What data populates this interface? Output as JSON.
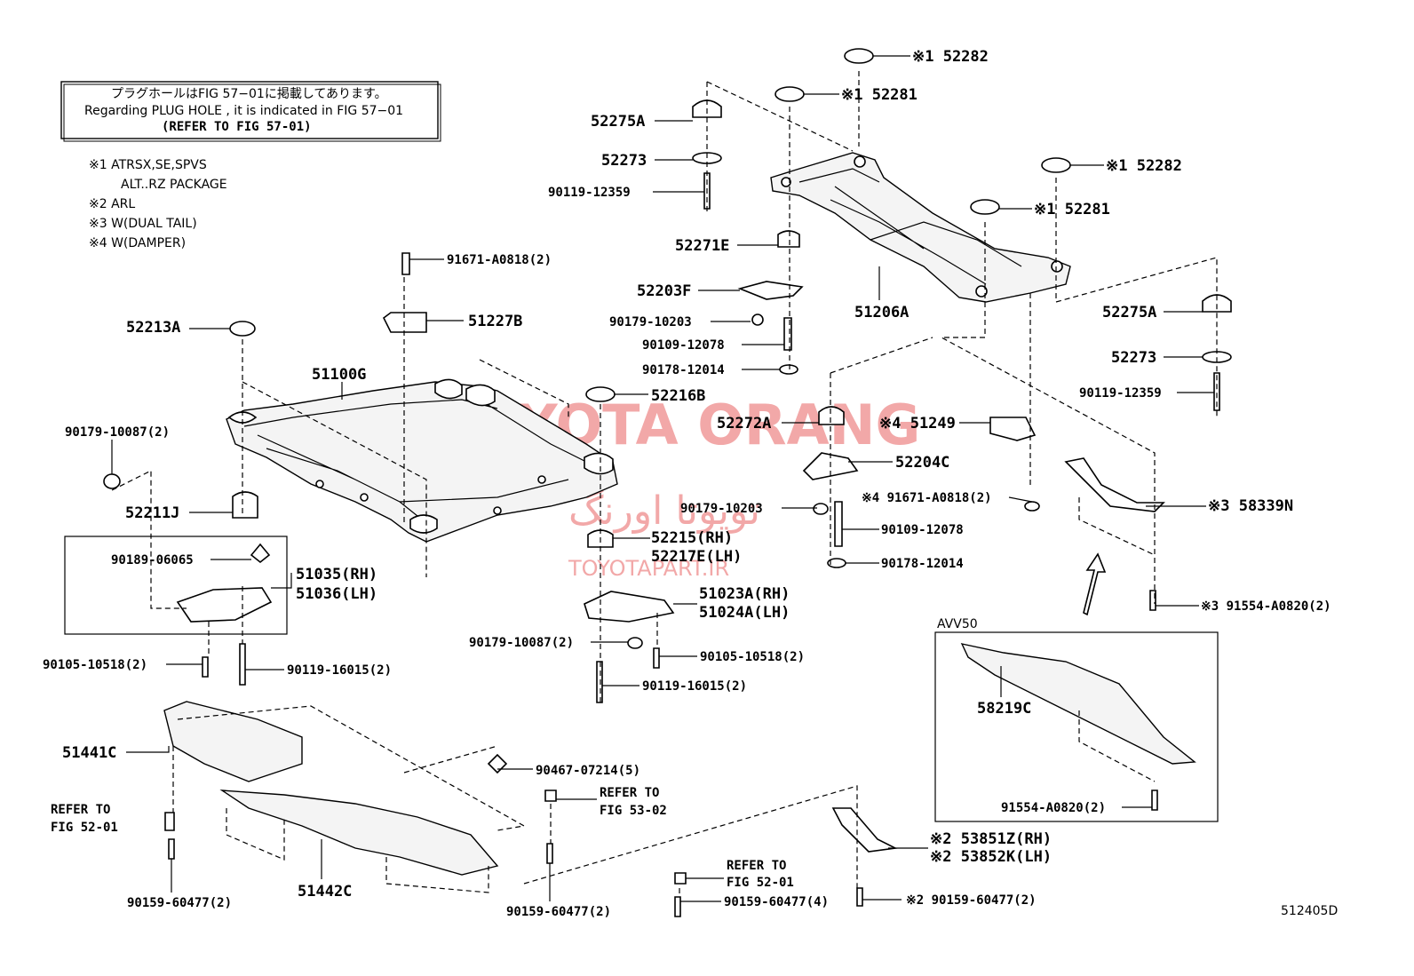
{
  "notice": {
    "line_jp": "プラグホールはFIG 57−01に掲載してあります。",
    "line_en": "Regarding PLUG HOLE , it is indicated in FIG 57−01",
    "line_ref": "(REFER TO FIG 57-01)"
  },
  "footnotes": [
    "※1 ATRSX,SE,SPVS",
    "ALT..RZ PACKAGE",
    "※2 ARL",
    "※3 W(DUAL TAIL)",
    "※4 W(DAMPER)"
  ],
  "watermark": {
    "brand": "TOYOTA ORANG",
    "persian": "تویوتا اورنگ",
    "site": "TOYOTAPART.IR"
  },
  "figure_code": "512405D",
  "avv_box_label": "AVV50",
  "parts": [
    {
      "id": "p52282a",
      "label": "※1 52282"
    },
    {
      "id": "p52281a",
      "label": "※1 52281"
    },
    {
      "id": "p52275a_l",
      "label": "52275A"
    },
    {
      "id": "p52273_l",
      "label": "52273"
    },
    {
      "id": "p90119_12359_l",
      "label": "90119-12359"
    },
    {
      "id": "p52282b",
      "label": "※1 52282"
    },
    {
      "id": "p52281b",
      "label": "※1 52281"
    },
    {
      "id": "p52271e",
      "label": "52271E"
    },
    {
      "id": "p52203f",
      "label": "52203F"
    },
    {
      "id": "p90179_10203a",
      "label": "90179-10203"
    },
    {
      "id": "p90109_12078a",
      "label": "90109-12078"
    },
    {
      "id": "p90178_12014a",
      "label": "90178-12014"
    },
    {
      "id": "p51206a",
      "label": "51206A"
    },
    {
      "id": "p52275a_r",
      "label": "52275A"
    },
    {
      "id": "p52273_r",
      "label": "52273"
    },
    {
      "id": "p90119_12359_r",
      "label": "90119-12359"
    },
    {
      "id": "p91671_a0818a",
      "label": "91671-A0818(2)"
    },
    {
      "id": "p51227b",
      "label": "51227B"
    },
    {
      "id": "p52213a",
      "label": "52213A"
    },
    {
      "id": "p51100g",
      "label": "51100G"
    },
    {
      "id": "p52216b",
      "label": "52216B"
    },
    {
      "id": "p52272a",
      "label": "52272A"
    },
    {
      "id": "p51249",
      "label": "※4 51249"
    },
    {
      "id": "p52204c",
      "label": "52204C"
    },
    {
      "id": "p91671_a0818b",
      "label": "※4 91671-A0818(2)"
    },
    {
      "id": "p58339n",
      "label": "※3 58339N"
    },
    {
      "id": "p90179_10087a",
      "label": "90179-10087(2)"
    },
    {
      "id": "p52211j",
      "label": "52211J"
    },
    {
      "id": "p90179_10203b",
      "label": "90179-10203"
    },
    {
      "id": "p90109_12078b",
      "label": "90109-12078"
    },
    {
      "id": "p90178_12014b",
      "label": "90178-12014"
    },
    {
      "id": "p90189_06065",
      "label": "90189-06065"
    },
    {
      "id": "p51035",
      "label": "51035(RH)"
    },
    {
      "id": "p51036",
      "label": "51036(LH)"
    },
    {
      "id": "p52215",
      "label": "52215(RH)"
    },
    {
      "id": "p52217e",
      "label": "52217E(LH)"
    },
    {
      "id": "p51023a",
      "label": "51023A(RH)"
    },
    {
      "id": "p51024a",
      "label": "51024A(LH)"
    },
    {
      "id": "p91554_a0820a",
      "label": "※3 91554-A0820(2)"
    },
    {
      "id": "p90179_10087b",
      "label": "90179-10087(2)"
    },
    {
      "id": "p90105_10518b",
      "label": "90105-10518(2)"
    },
    {
      "id": "p90105_10518a",
      "label": "90105-10518(2)"
    },
    {
      "id": "p90119_16015a",
      "label": "90119-16015(2)"
    },
    {
      "id": "p90119_16015b",
      "label": "90119-16015(2)"
    },
    {
      "id": "p58219c",
      "label": "58219C"
    },
    {
      "id": "p51441c",
      "label": "51441C"
    },
    {
      "id": "p90467_07214",
      "label": "90467-07214(5)"
    },
    {
      "id": "p_ref5302_a",
      "label": "REFER TO"
    },
    {
      "id": "p_ref5302_b",
      "label": "FIG 53-02"
    },
    {
      "id": "p_ref5201l_a",
      "label": "REFER TO"
    },
    {
      "id": "p_ref5201l_b",
      "label": "FIG 52-01"
    },
    {
      "id": "p91554_a0820b",
      "label": "91554-A0820(2)"
    },
    {
      "id": "p53851z",
      "label": "※2 53851Z(RH)"
    },
    {
      "id": "p53852k",
      "label": "※2 53852K(LH)"
    },
    {
      "id": "p_ref5201r_a",
      "label": "REFER TO"
    },
    {
      "id": "p_ref5201r_b",
      "label": "FIG 52-01"
    },
    {
      "id": "p51442c",
      "label": "51442C"
    },
    {
      "id": "p90159_60477a",
      "label": "90159-60477(2)"
    },
    {
      "id": "p90159_60477b",
      "label": "90159-60477(2)"
    },
    {
      "id": "p90159_60477c",
      "label": "90159-60477(4)"
    },
    {
      "id": "p90159_60477d",
      "label": "※2 90159-60477(2)"
    }
  ]
}
